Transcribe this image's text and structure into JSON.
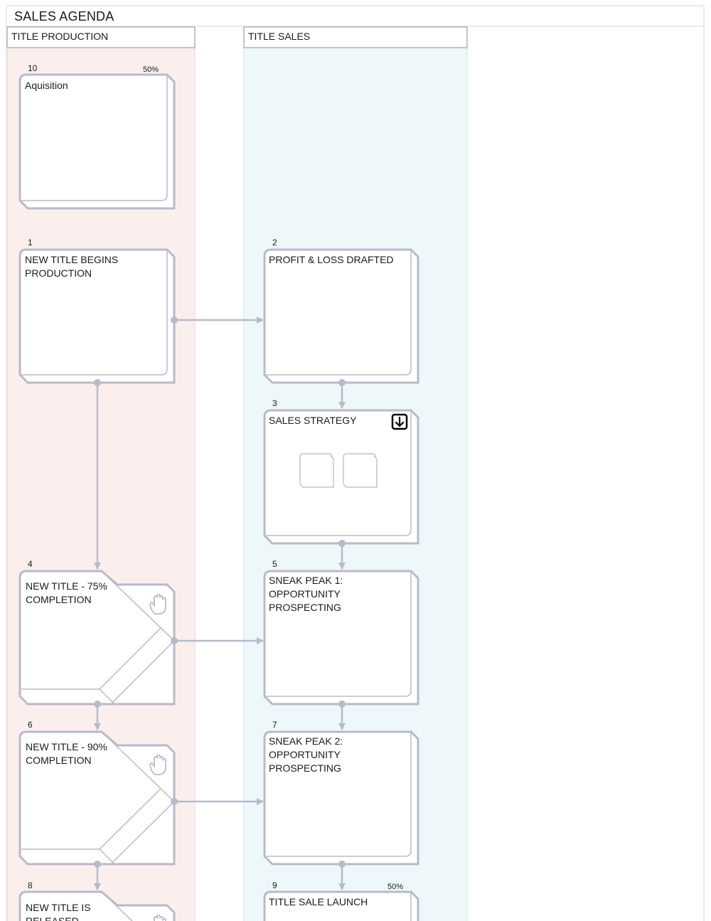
{
  "board": {
    "title": "SALES AGENDA"
  },
  "lanes": [
    {
      "label": "TITLE PRODUCTION",
      "color": "#fbefee"
    },
    {
      "label": "TITLE SALES",
      "color": "#eef8fb"
    }
  ],
  "steps": [
    {
      "id": "aquisition",
      "number": "10",
      "title": "Aquisition",
      "percent": "50%",
      "shape": "step"
    },
    {
      "id": "new-title-begins",
      "number": "1",
      "title": "NEW TITLE BEGINS PRODUCTION",
      "shape": "step"
    },
    {
      "id": "profit-loss",
      "number": "2",
      "title": "PROFIT & LOSS DRAFTED",
      "shape": "step"
    },
    {
      "id": "sales-strategy",
      "number": "3",
      "title": "SALES STRATEGY",
      "shape": "step",
      "icon": "submap-download-icon"
    },
    {
      "id": "new-title-75",
      "number": "4",
      "title": "NEW TITLE - 75% COMPLETION",
      "shape": "decision",
      "icon": "hand-stop-icon"
    },
    {
      "id": "sneak-peak-1",
      "number": "5",
      "title": "SNEAK PEAK 1: OPPORTUNITY PROSPECTING",
      "shape": "step"
    },
    {
      "id": "new-title-90",
      "number": "6",
      "title": "NEW TITLE - 90% COMPLETION",
      "shape": "decision",
      "icon": "hand-stop-icon"
    },
    {
      "id": "sneak-peak-2",
      "number": "7",
      "title": "SNEAK PEAK 2: OPPORTUNITY PROSPECTING",
      "shape": "step"
    },
    {
      "id": "new-title-released",
      "number": "8",
      "title": "NEW TITLE IS RELEASED",
      "shape": "decision",
      "icon": "hand-stop-icon"
    },
    {
      "id": "title-sale-launch",
      "number": "9",
      "title": "TITLE SALE LAUNCH",
      "percent": "50%",
      "shape": "step"
    }
  ],
  "colors": {
    "stroke": "#b9bac8",
    "laneBorder": "#c2c3d0",
    "boardBorder": "#e3e4ee"
  }
}
